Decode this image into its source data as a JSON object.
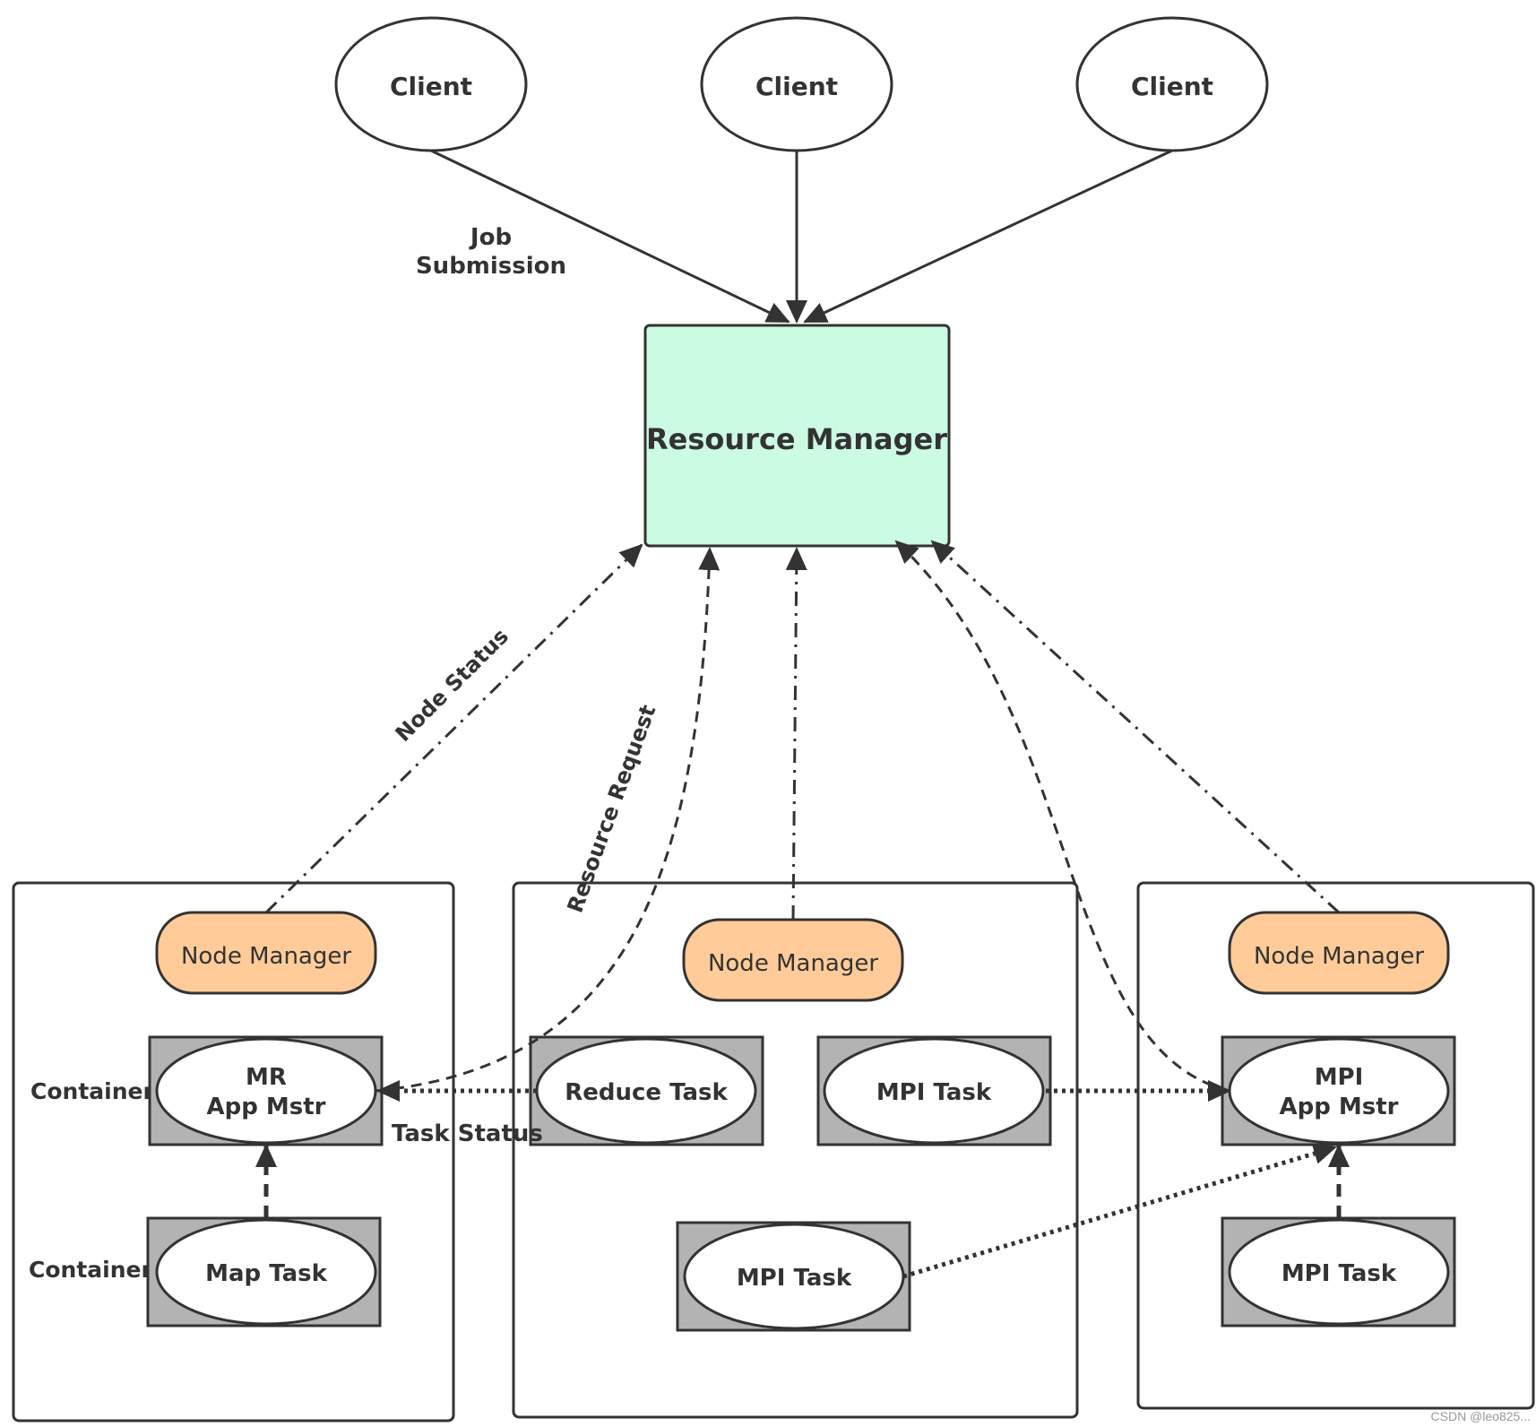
{
  "colors": {
    "resource_manager_fill": "#ccfbe3",
    "node_manager_fill": "#ffcc99",
    "container_fill": "#b3b3b3",
    "stroke": "#333333"
  },
  "clients": [
    {
      "label": "Client"
    },
    {
      "label": "Client"
    },
    {
      "label": "Client"
    }
  ],
  "resource_manager": {
    "label": "Resource Manager"
  },
  "edge_labels": {
    "job_submission_line1": "Job",
    "job_submission_line2": "Submission",
    "node_status": "Node Status",
    "resource_request": "Resource Request",
    "task_status": "Task Status"
  },
  "nodes": [
    {
      "node_manager": "Node Manager",
      "container_label_1": "Container",
      "container_label_2": "Container",
      "mr_app_master_line1": "MR",
      "mr_app_master_line2": "App Mstr",
      "map_task": "Map Task"
    },
    {
      "node_manager": "Node Manager",
      "reduce_task": "Reduce Task",
      "mpi_task_1": "MPI Task",
      "mpi_task_2": "MPI Task"
    },
    {
      "node_manager": "Node Manager",
      "mpi_app_master_line1": "MPI",
      "mpi_app_master_line2": "App Mstr",
      "mpi_task": "MPI Task"
    }
  ],
  "watermark": "CSDN @leo825..."
}
